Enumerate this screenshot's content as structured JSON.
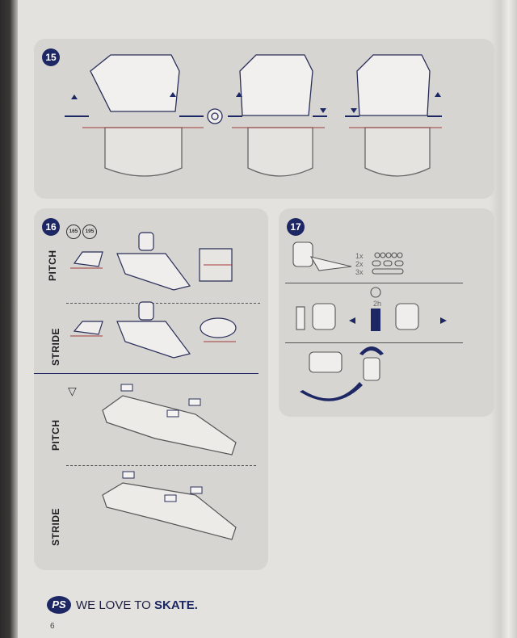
{
  "steps": {
    "s15": {
      "number": "15"
    },
    "s16": {
      "number": "16",
      "sizes": [
        "165",
        "195"
      ],
      "rows": [
        "PITCH",
        "STRIDE"
      ],
      "frame_rows": [
        "PITCH",
        "STRIDE"
      ]
    },
    "s17": {
      "number": "17",
      "presses": [
        "1x",
        "2x",
        "3x"
      ],
      "charge_time": "2h"
    }
  },
  "footer": {
    "slogan_light": "WE LOVE TO ",
    "slogan_bold": "SKATE.",
    "logo": "PS",
    "page_number": "6"
  },
  "colors": {
    "accent": "#1d2763",
    "panel": "#d6d5d2",
    "paper": "#e3e2df"
  }
}
